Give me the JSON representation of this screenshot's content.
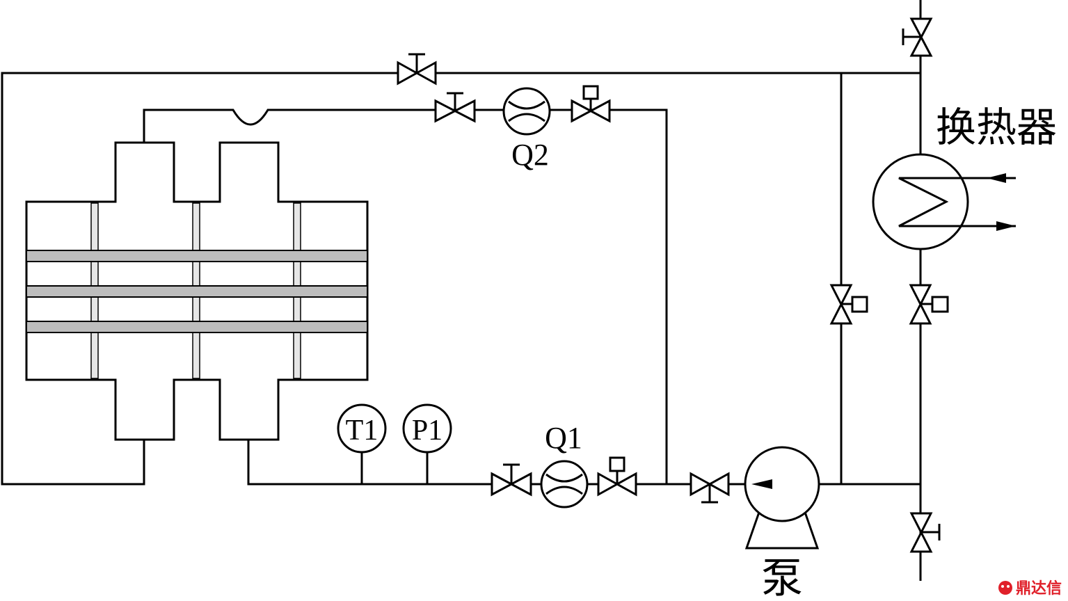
{
  "labels": {
    "heat_exchanger": "换热器",
    "pump": "泵",
    "flow_q1": "Q1",
    "flow_q2": "Q2",
    "temperature": "T1",
    "pressure": "P1"
  },
  "watermark": {
    "text": "鼎达信",
    "color": "#e0202a"
  }
}
